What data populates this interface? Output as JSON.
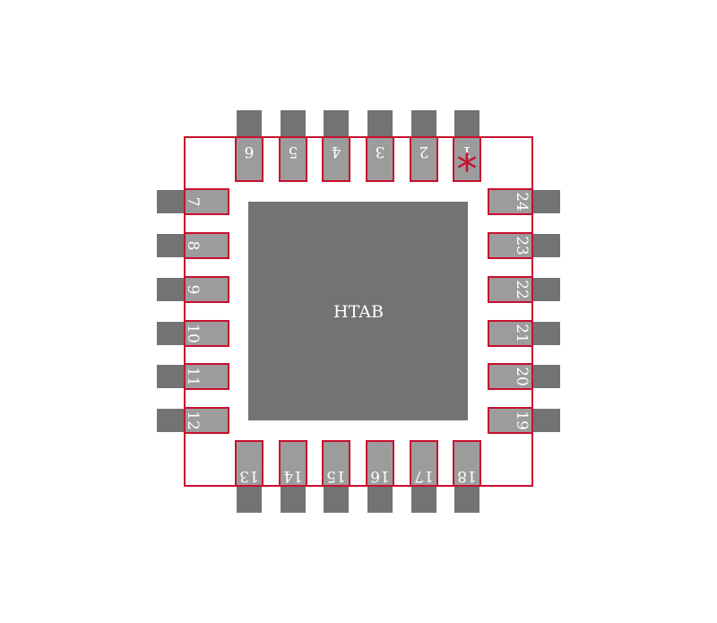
{
  "component": {
    "center_pad_label": "HTAB",
    "pin1_marker": "*",
    "colors": {
      "background": "#ffffff",
      "copper": "#737373",
      "pin_fill": "#9c9c9c",
      "outline": "#c8102e",
      "label": "#ffffff"
    }
  },
  "pins": {
    "top": [
      "6",
      "5",
      "4",
      "3",
      "2",
      "1"
    ],
    "left": [
      "7",
      "8",
      "9",
      "10",
      "11",
      "12"
    ],
    "right": [
      "24",
      "23",
      "22",
      "21",
      "20",
      "19"
    ],
    "bottom": [
      "13",
      "14",
      "15",
      "16",
      "17",
      "18"
    ]
  }
}
